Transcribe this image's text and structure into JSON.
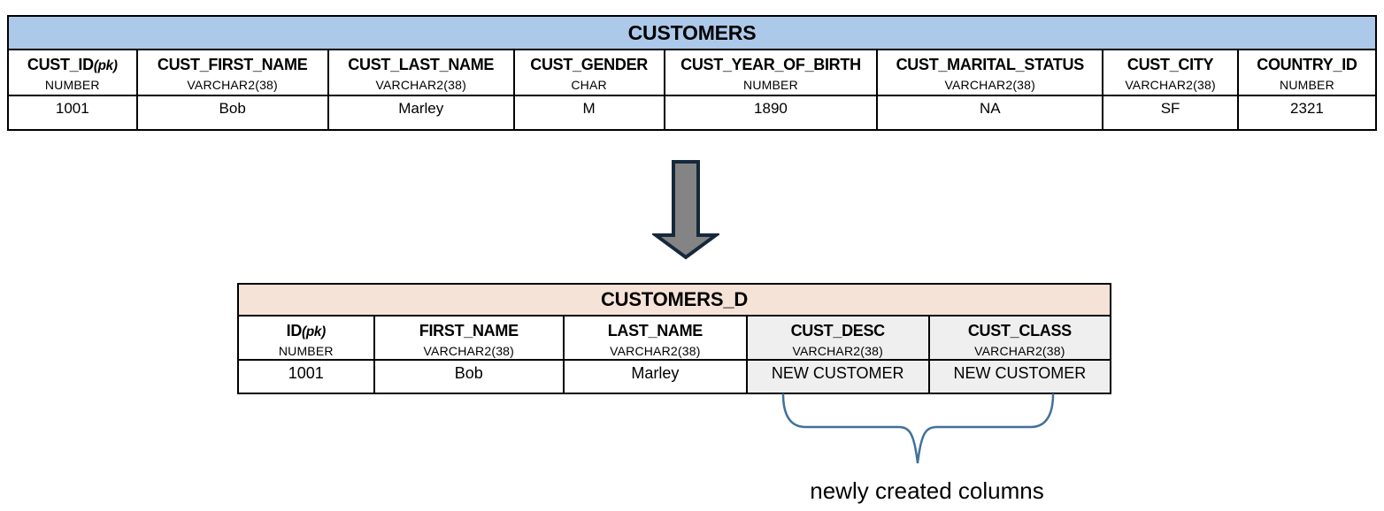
{
  "customers": {
    "title": "CUSTOMERS",
    "columns": [
      {
        "name": "CUST_ID",
        "pk": "(pk)",
        "type": "NUMBER",
        "value": "1001"
      },
      {
        "name": "CUST_FIRST_NAME",
        "type": "VARCHAR2(38)",
        "value": "Bob"
      },
      {
        "name": "CUST_LAST_NAME",
        "type": "VARCHAR2(38)",
        "value": "Marley"
      },
      {
        "name": "CUST_GENDER",
        "type": "CHAR",
        "value": "M"
      },
      {
        "name": "CUST_YEAR_OF_BIRTH",
        "type": "NUMBER",
        "value": "1890"
      },
      {
        "name": "CUST_MARITAL_STATUS",
        "type": "VARCHAR2(38)",
        "value": "NA"
      },
      {
        "name": "CUST_CITY",
        "type": "VARCHAR2(38)",
        "value": "SF"
      },
      {
        "name": "COUNTRY_ID",
        "type": "NUMBER",
        "value": "2321"
      }
    ]
  },
  "customers_d": {
    "title": "CUSTOMERS_D",
    "columns": [
      {
        "name": "ID",
        "pk": "(pk)",
        "type": "NUMBER",
        "value": "1001",
        "highlight": false
      },
      {
        "name": "FIRST_NAME",
        "type": "VARCHAR2(38)",
        "value": "Bob",
        "highlight": false
      },
      {
        "name": "LAST_NAME",
        "type": "VARCHAR2(38)",
        "value": "Marley",
        "highlight": false
      },
      {
        "name": "CUST_DESC",
        "type": "VARCHAR2(38)",
        "value": "NEW CUSTOMER",
        "highlight": true
      },
      {
        "name": "CUST_CLASS",
        "type": "VARCHAR2(38)",
        "value": "NEW CUSTOMER",
        "highlight": true
      }
    ]
  },
  "annotation": {
    "label": "newly created columns"
  },
  "colors": {
    "page_bg": "#FFFFFF",
    "text": "#000000",
    "table_border": "#000000",
    "customers_header_bg": "#ADC9E9",
    "customers_d_header_bg": "#F6E3D7",
    "highlight_col_bg": "#EFEFEF",
    "brace": "#41719C",
    "arrow_fill": "#848484",
    "arrow_stroke": "#16293B"
  }
}
